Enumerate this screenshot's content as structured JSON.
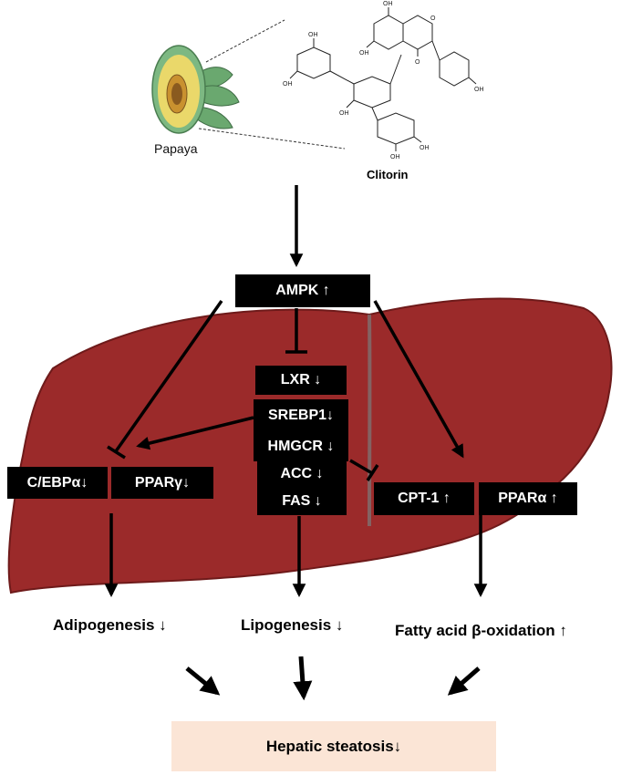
{
  "source": {
    "fruit_label": "Papaya",
    "compound_label": "Clitorin"
  },
  "colors": {
    "liver": "#9b2a2a",
    "liver_edge": "#6e1a1a",
    "node_fill": "#000000",
    "node_text": "#ffffff",
    "outcome_box": "#fbe5d6"
  },
  "nodes": {
    "ampk": "AMPK ↑",
    "lxr": "LXR ↓",
    "srebp1": "SREBP1↓",
    "hmgcr": "HMGCR ↓",
    "acc": "ACC ↓",
    "fas": "FAS ↓",
    "cebpa": "C/EBPα↓",
    "ppar_gamma": "PPARγ↓",
    "cpt1": "CPT-1 ↑",
    "ppar_alpha": "PPARα ↑"
  },
  "outcomes": {
    "adipogenesis": "Adipogenesis ↓",
    "lipogenesis": "Lipogenesis ↓",
    "beta_oxidation": "Fatty acid β-oxidation ↑",
    "steatosis": "Hepatic steatosis↓"
  },
  "structure_atoms": {
    "hydroxyl": "OH",
    "oxygen": "O"
  }
}
